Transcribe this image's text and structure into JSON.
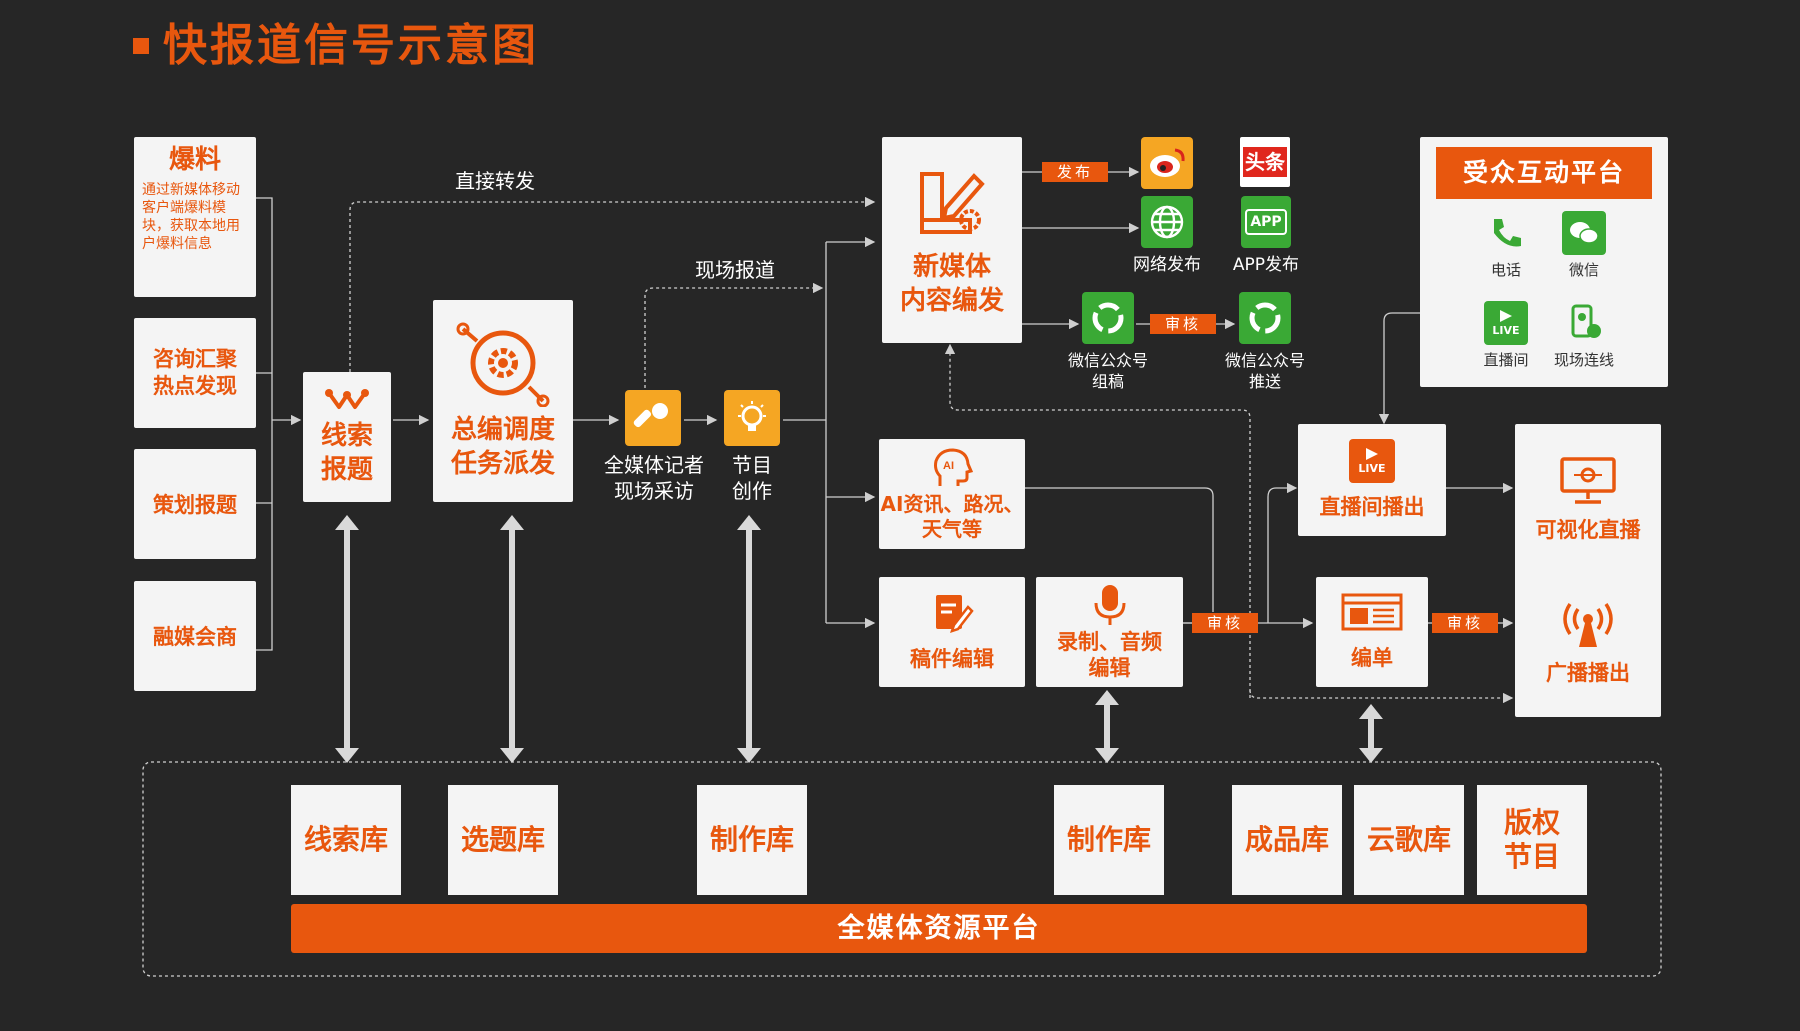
{
  "title": "快报道信号示意图",
  "sources": {
    "baoliao": {
      "title": "爆料",
      "desc": "通过新媒体移动客户端爆料模块，获取本地用户爆料信息"
    },
    "zixun": {
      "line1": "咨询汇聚",
      "line2": "热点发现"
    },
    "cehua": "策划报题",
    "ronghui": "融媒会商"
  },
  "nodes": {
    "xiansuo": {
      "line1": "线索",
      "line2": "报题"
    },
    "zongbian": {
      "line1": "总编调度",
      "line2": "任务派发"
    },
    "reporter": {
      "line1": "全媒体记者",
      "line2": "现场采访"
    },
    "program": {
      "line1": "节目",
      "line2": "创作"
    },
    "newmedia": {
      "line1": "新媒体",
      "line2": "内容编发"
    },
    "ai": {
      "line1": "AI资讯、路况、",
      "line2": "天气等"
    },
    "gaojian": "稿件编辑",
    "luzhi": {
      "line1": "录制、音频",
      "line2": "编辑"
    },
    "liveroom": "直播间播出",
    "biandan": "编单",
    "visual": "可视化直播",
    "broadcast": "广播播出"
  },
  "flow_labels": {
    "direct": "直接转发",
    "scene": "现场报道",
    "publish": "发布",
    "review": "审核"
  },
  "channels": {
    "web": "网络发布",
    "app": "APP发布",
    "toutiao": "头条",
    "app_icon": "APP",
    "wechat_draft": {
      "line1": "微信公众号",
      "line2": "组稿"
    },
    "wechat_push": {
      "line1": "微信公众号",
      "line2": "推送"
    }
  },
  "audience": {
    "title": "受众互动平台",
    "phone": "电话",
    "wechat": "微信",
    "live": "直播间",
    "scene": "现场连线",
    "live_badge": "LIVE"
  },
  "libraries": {
    "xiansuo": "线索库",
    "xuanti": "选题库",
    "zhizuo1": "制作库",
    "zhizuo2": "制作库",
    "chengpin": "成品库",
    "yunge": "云歌库",
    "banquan": {
      "line1": "版权",
      "line2": "节目"
    }
  },
  "platform": "全媒体资源平台",
  "colors": {
    "accent": "#e8570e",
    "background": "#262626",
    "card": "#f4f4f4",
    "icon_orange": "#f5a623",
    "icon_green": "#3aa935"
  }
}
